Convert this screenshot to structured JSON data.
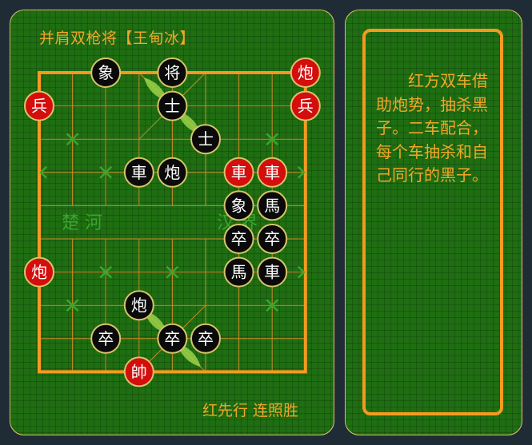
{
  "title": "并肩双枪将【王甸冰】",
  "footer": "红先行 连照胜",
  "note": "红方双车借助炮势，抽杀黑子。二车配合，每个车抽杀和自己同行的黑子。",
  "river": {
    "left": "楚  河",
    "right": "汉  界"
  },
  "colors": {
    "background": "#1f2b35",
    "felt": "#1f6e12",
    "border_line": "#f59a1f",
    "text": "#f0a72a",
    "red_piece": "#d40d0d",
    "black_piece": "#0a0a0a",
    "marker": "#3aa52e"
  },
  "board": {
    "files": 9,
    "ranks": 10,
    "pieces": [
      {
        "side": "black",
        "label": "象",
        "file": 2,
        "rank": 0
      },
      {
        "side": "black",
        "label": "将",
        "file": 4,
        "rank": 0
      },
      {
        "side": "red",
        "label": "炮",
        "file": 8,
        "rank": 0
      },
      {
        "side": "red",
        "label": "兵",
        "file": 0,
        "rank": 1
      },
      {
        "side": "black",
        "label": "士",
        "file": 4,
        "rank": 1
      },
      {
        "side": "red",
        "label": "兵",
        "file": 8,
        "rank": 1
      },
      {
        "side": "black",
        "label": "士",
        "file": 5,
        "rank": 2
      },
      {
        "side": "black",
        "label": "車",
        "file": 3,
        "rank": 3
      },
      {
        "side": "black",
        "label": "炮",
        "file": 4,
        "rank": 3
      },
      {
        "side": "red",
        "label": "車",
        "file": 6,
        "rank": 3
      },
      {
        "side": "red",
        "label": "車",
        "file": 7,
        "rank": 3
      },
      {
        "side": "black",
        "label": "象",
        "file": 6,
        "rank": 4
      },
      {
        "side": "black",
        "label": "馬",
        "file": 7,
        "rank": 4
      },
      {
        "side": "black",
        "label": "卒",
        "file": 6,
        "rank": 5
      },
      {
        "side": "black",
        "label": "卒",
        "file": 7,
        "rank": 5
      },
      {
        "side": "red",
        "label": "炮",
        "file": 0,
        "rank": 6
      },
      {
        "side": "black",
        "label": "馬",
        "file": 6,
        "rank": 6
      },
      {
        "side": "black",
        "label": "車",
        "file": 7,
        "rank": 6
      },
      {
        "side": "black",
        "label": "炮",
        "file": 3,
        "rank": 7
      },
      {
        "side": "black",
        "label": "卒",
        "file": 2,
        "rank": 8
      },
      {
        "side": "black",
        "label": "卒",
        "file": 4,
        "rank": 8
      },
      {
        "side": "black",
        "label": "卒",
        "file": 5,
        "rank": 8
      },
      {
        "side": "red",
        "label": "帥",
        "file": 3,
        "rank": 9
      }
    ]
  }
}
